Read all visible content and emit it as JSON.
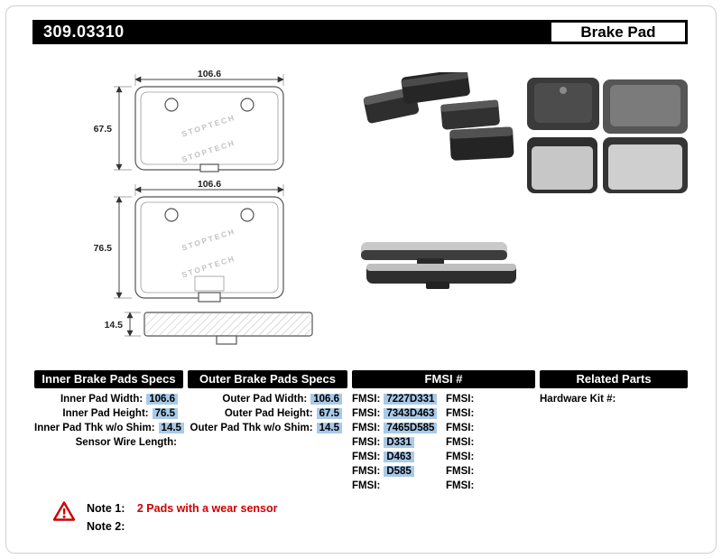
{
  "header": {
    "part_number": "309.03310",
    "title": "Brake Pad"
  },
  "drawings": {
    "watermark": "STOPTECH",
    "outer_view": {
      "width": "106.6",
      "height": "67.5"
    },
    "inner_view": {
      "width": "106.6",
      "height": "76.5"
    },
    "side_view": {
      "thickness": "14.5"
    }
  },
  "specs_table": {
    "inner": {
      "header": "Inner Brake Pads Specs",
      "rows": [
        {
          "label": "Inner Pad Width:",
          "value": "106.6"
        },
        {
          "label": "Inner Pad Height:",
          "value": "76.5"
        },
        {
          "label": "Inner Pad Thk w/o Shim:",
          "value": "14.5"
        },
        {
          "label": "Sensor Wire Length:",
          "value": ""
        }
      ]
    },
    "outer": {
      "header": "Outer Brake Pads Specs",
      "rows": [
        {
          "label": "Outer Pad Width:",
          "value": "106.6"
        },
        {
          "label": "Outer Pad Height:",
          "value": "67.5"
        },
        {
          "label": "Outer Pad Thk w/o Shim:",
          "value": "14.5"
        }
      ]
    },
    "fmsi": {
      "header": "FMSI #",
      "left_rows": [
        {
          "label": "FMSI:",
          "value": "7227D331"
        },
        {
          "label": "FMSI:",
          "value": "7343D463"
        },
        {
          "label": "FMSI:",
          "value": "7465D585"
        },
        {
          "label": "FMSI:",
          "value": "D331"
        },
        {
          "label": "FMSI:",
          "value": "D463"
        },
        {
          "label": "FMSI:",
          "value": "D585"
        },
        {
          "label": "FMSI:",
          "value": ""
        }
      ],
      "right_rows": [
        {
          "label": "FMSI:",
          "value": ""
        },
        {
          "label": "FMSI:",
          "value": ""
        },
        {
          "label": "FMSI:",
          "value": ""
        },
        {
          "label": "FMSI:",
          "value": ""
        },
        {
          "label": "FMSI:",
          "value": ""
        },
        {
          "label": "FMSI:",
          "value": ""
        },
        {
          "label": "FMSI:",
          "value": ""
        }
      ]
    },
    "related": {
      "header": "Related Parts",
      "rows": [
        {
          "label": "Hardware Kit #:",
          "value": ""
        }
      ]
    }
  },
  "notes": {
    "note1_label": "Note 1:",
    "note1_text": "2 Pads with a wear sensor",
    "note2_label": "Note 2:",
    "note2_text": ""
  },
  "colors": {
    "header_bar": "#000000",
    "value_highlight": "#a9c9e8",
    "note_red": "#cc0000"
  }
}
